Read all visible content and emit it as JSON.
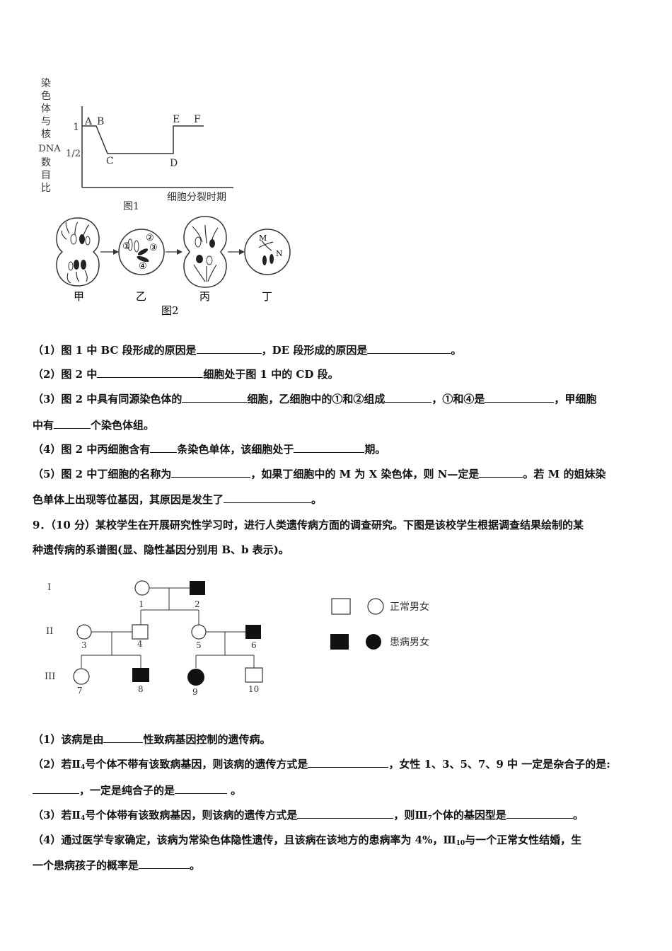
{
  "fig1": {
    "ylabel_chars": [
      "染",
      "色",
      "体",
      "与",
      "核",
      "DNA",
      "数",
      "目",
      "比"
    ],
    "y_ticks": [
      "1",
      "1/2"
    ],
    "points": [
      "A",
      "B",
      "C",
      "D",
      "E",
      "F"
    ],
    "xlabel": "细胞分裂时期",
    "caption": "图1"
  },
  "fig2": {
    "cells": [
      "甲",
      "乙",
      "丙",
      "丁"
    ],
    "marks": [
      "①",
      "②",
      "③",
      "④"
    ],
    "m_label": "M",
    "n_label": "N",
    "caption": "图2"
  },
  "q8": {
    "p1": {
      "a": "（1）图 1 中 BC 段形成的原因是",
      "b": "，DE 段形成的原因是",
      "c": "。"
    },
    "p2": {
      "a": "（2）图 2 中",
      "b": "细胞处于图 1 中的 CD 段。"
    },
    "p3": {
      "a": "（3）图 2 中具有同源染色体的",
      "b": "细胞，乙细胞中的①和②组成",
      "c": "，①和④是",
      "d": "，甲细胞",
      "e": "中有",
      "f": "个染色体组。"
    },
    "p4": {
      "a": "（4）图 2 中丙细胞含有",
      "b": "条染色单体，该细胞处于",
      "c": "期。"
    },
    "p5": {
      "a": "（5）图 2 中丁细胞的名称为",
      "b": "，如果丁细胞中的 M 为 X 染色体，则 N—定是",
      "c": "。若 M 的姐妹染",
      "d": "色单体上出现等位基因，其原因是发生了",
      "e": "。"
    }
  },
  "q9": {
    "stem": "9．（10 分）某校学生在开展研究性学习时，进行人类遗传病方面的调查研究。下图是该校学生根据调查结果绘制的某",
    "stem2": "种遗传病的系谱图(显、隐性基因分别用 B、b 表示)。",
    "pedigree": {
      "generations": [
        "I",
        "II",
        "III"
      ],
      "numbers": [
        "1",
        "2",
        "3",
        "4",
        "5",
        "6",
        "7",
        "8",
        "9",
        "10"
      ],
      "legend_normal": "正常男女",
      "legend_affected": "患病男女"
    },
    "p1": {
      "a": "（1）该病是由",
      "b": "性致病基因控制的遗传病。"
    },
    "p2": {
      "a": "（2）若Ⅱ",
      "sub": "4",
      "b": "号个体不带有该致病基因，则该病的遗传方式是",
      "c": "，女性 1、3、5、7、9 中 一定是杂合子的是:",
      "d": "，一定是纯合子的是",
      "e": " 。"
    },
    "p3": {
      "a": "（3）若Ⅱ",
      "sub": "4",
      "b": "号个体带有该致病基因，则该病的遗传方式是",
      "c": "，则Ⅲ",
      "sub2": "7",
      "d": "个体的基因型是",
      "e": "。"
    },
    "p4": {
      "a": "（4）通过医学专家确定，该病为常染色体隐性遗传，且该病在该地方的患病率为 4%，Ⅲ",
      "sub": "10",
      "b": "与一个正常女性结婚，生",
      "c": "一个患病孩子的概率是",
      "d": "。"
    }
  }
}
